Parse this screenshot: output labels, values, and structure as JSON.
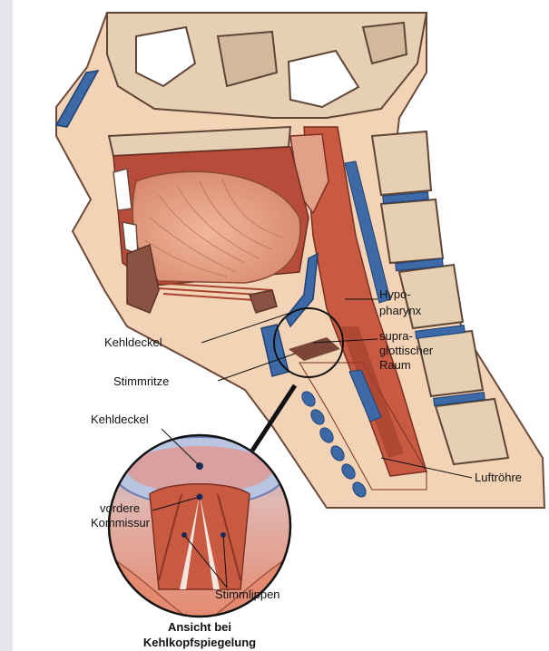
{
  "labels": {
    "kehldeckel_side": "Kehldeckel",
    "stimmritze": "Stimmritze",
    "hypopharynx_line1": "Hypo-",
    "hypopharynx_line2": "pharynx",
    "supra_line1": "supra-",
    "supra_line2": "glottischer",
    "supra_line3": "Raum",
    "luftroehre": "Luftröhre",
    "kehldeckel_inset": "Kehldeckel",
    "vordere_line1": "vordere",
    "vordere_line2": "Kommissur",
    "stimmlippen": "Stimmlippen"
  },
  "caption": {
    "line1": "Ansicht bei",
    "line2": "Kehlkopfspiegelung"
  },
  "colors": {
    "background": "#e6e7ec",
    "skin": "#f3d3b6",
    "bone": "#e6cfb3",
    "bone_dark": "#c7ad8f",
    "muscle": "#c95a42",
    "tissue_dark": "#8a5242",
    "cartilage_blue": "#3d6aa6",
    "tongue": "#e7a88e"
  }
}
